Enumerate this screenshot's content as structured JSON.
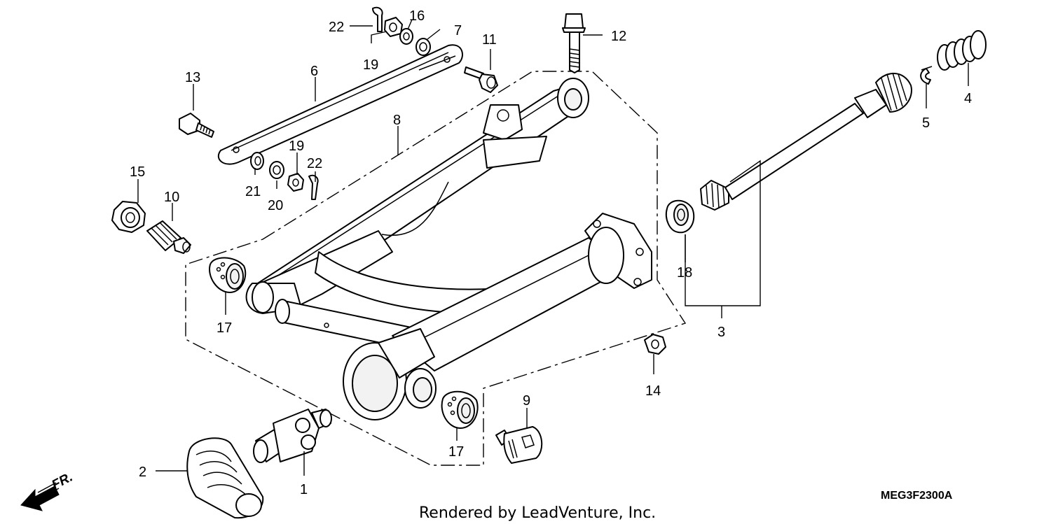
{
  "diagram": {
    "code": "MEG3F2300A",
    "credit": "Rendered by LeadVenture, Inc.",
    "direction_label": "FR.",
    "callouts": {
      "c1": "1",
      "c2": "2",
      "c3": "3",
      "c4": "4",
      "c5": "5",
      "c6": "6",
      "c7": "7",
      "c8": "8",
      "c9": "9",
      "c10": "10",
      "c11": "11",
      "c12": "12",
      "c13": "13",
      "c14": "14",
      "c15": "15",
      "c16": "16",
      "c17a": "17",
      "c17b": "17",
      "c18": "18",
      "c19a": "19",
      "c19b": "19",
      "c20": "20",
      "c21": "21",
      "c22a": "22",
      "c22b": "22"
    }
  }
}
